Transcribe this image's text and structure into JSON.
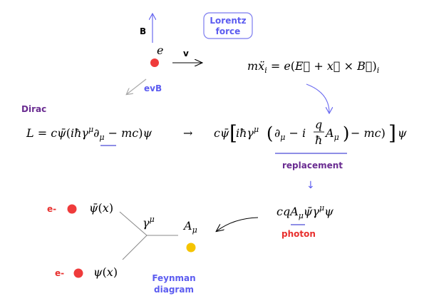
{
  "colors": {
    "blue_label": "#5c5cf0",
    "purple_label": "#6a2c91",
    "red_label": "#e8302e",
    "gray_arrow": "#a9a9a9",
    "electron": "#ef3b3b",
    "photon": "#f5c400",
    "underline": "#4a4ad8"
  },
  "labels": {
    "B": "B",
    "e": "e",
    "v": "v",
    "evB": "evB",
    "lorentz_1": "Lorentz",
    "lorentz_2": "force",
    "dirac": "Dirac",
    "replacement": "replacement",
    "down_arrow": "↓",
    "photon": "photon",
    "e_minus_top": "e-",
    "e_minus_bottom": "e-",
    "feynman_1": "Feynman",
    "feynman_2": "diagram"
  },
  "equations": {
    "newton": "mẍᵢ = e(E⃗ + x⃗ × B⃗)ᵢ",
    "lagrangian": "L = cψ̄(iħγ^μ ∂_μ − mc)ψ",
    "arrow": "→",
    "replaced": "cψ̄[iħγ^μ(∂_μ − i(q/ħ)A_μ) − mc)]ψ",
    "interaction": "cqA_μψ̄γ^μψ",
    "psibar_x": "ψ̄(x)",
    "psi_x": "ψ(x)",
    "gamma_mu": "γ^μ",
    "A_mu": "A_μ"
  }
}
